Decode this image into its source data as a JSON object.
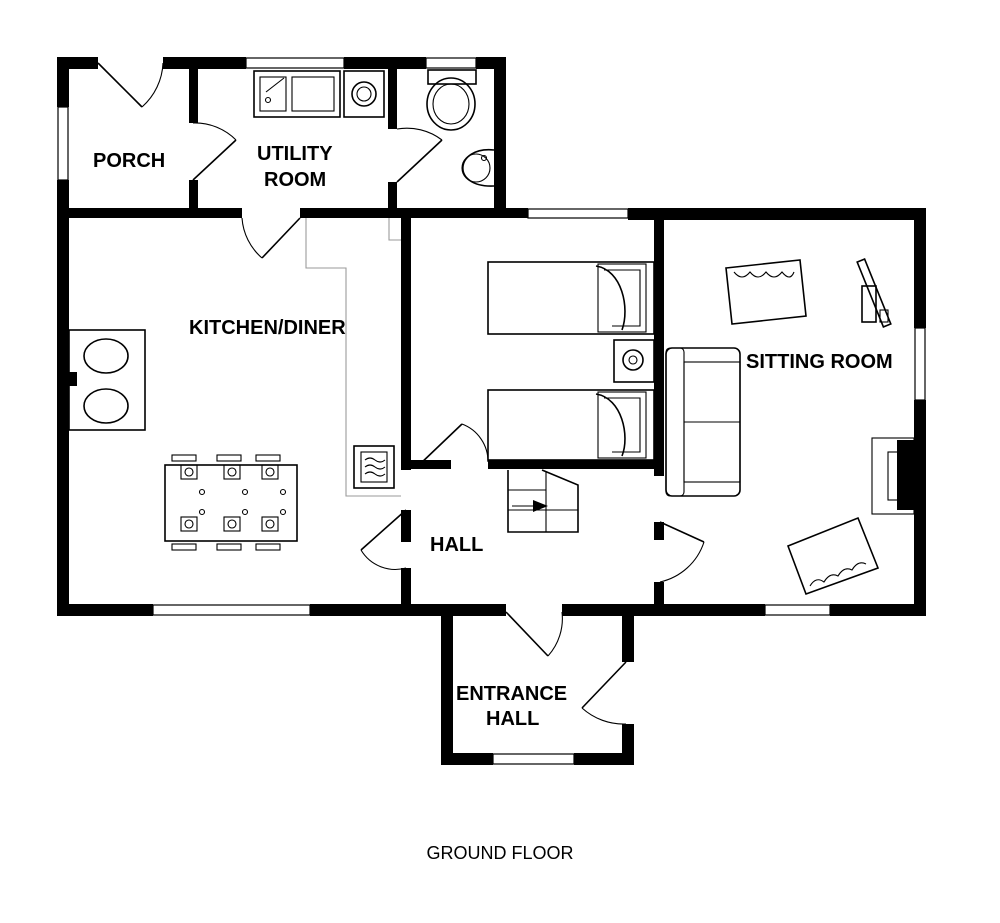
{
  "rooms": {
    "porch": "PORCH",
    "utility_line1": "UTILITY",
    "utility_line2": "ROOM",
    "kitchen": "KITCHEN/DINER",
    "sitting": "SITTING ROOM",
    "hall": "HALL",
    "entrance_line1": "ENTRANCE",
    "entrance_line2": "HALL"
  },
  "caption": "GROUND FLOOR",
  "colors": {
    "wall": "#000000",
    "background": "#ffffff",
    "worktop": "#9a9a9a"
  }
}
